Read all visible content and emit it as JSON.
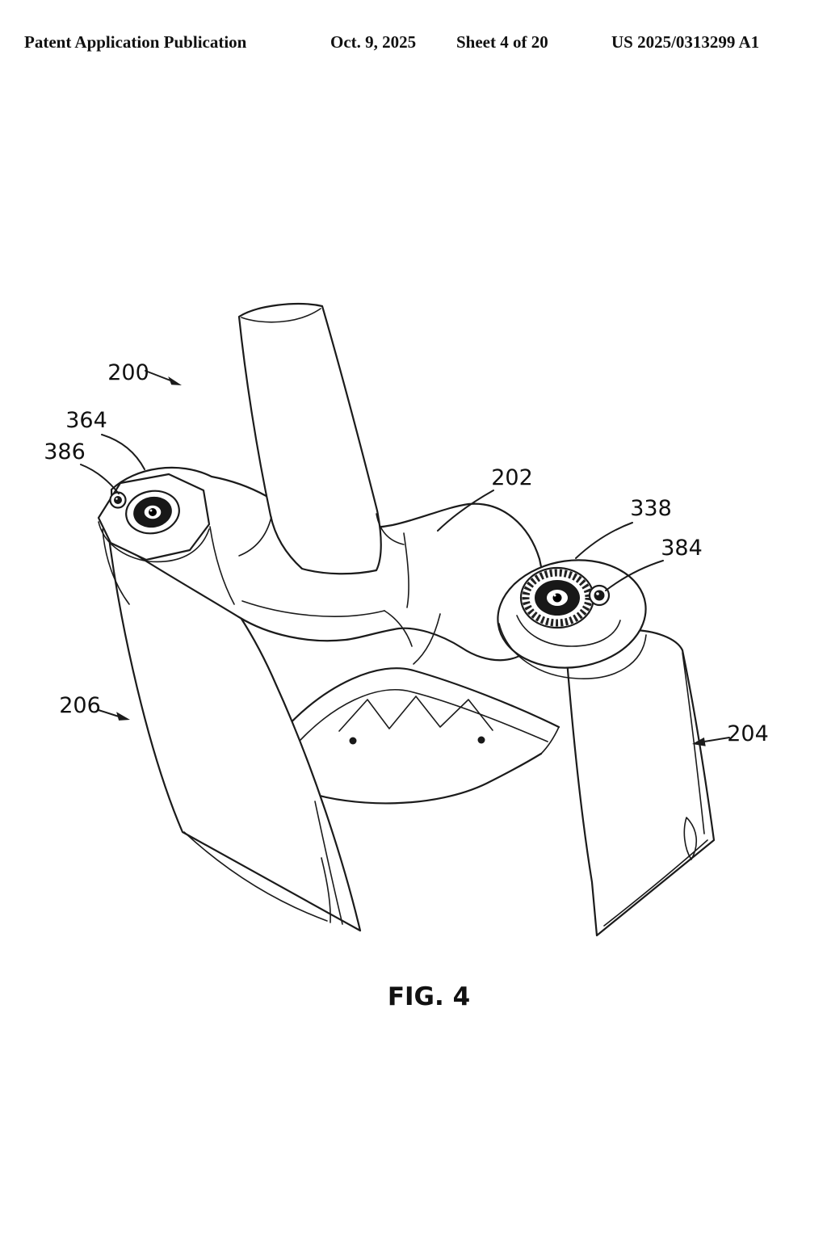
{
  "header": {
    "publication": "Patent Application Publication",
    "date": "Oct. 9, 2025",
    "sheet": "Sheet 4 of 20",
    "patent_number": "US 2025/0313299 A1"
  },
  "figure": {
    "caption": "FIG. 4",
    "labels": {
      "assembly": "200",
      "crown": "202",
      "right_leg": "204",
      "left_leg": "206",
      "dial": "338",
      "top_cap": "364",
      "right_bolt": "384",
      "left_screw": "386"
    }
  },
  "colors": {
    "ink": "#1b1b1b",
    "paper": "#ffffff"
  }
}
